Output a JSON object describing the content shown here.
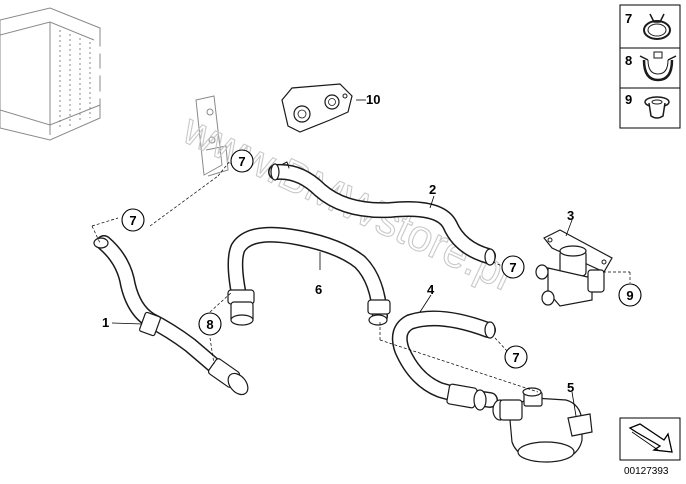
{
  "watermark": "www.BMWstore.pl",
  "document_number": "00127393",
  "parts": [
    {
      "ref": "1"
    },
    {
      "ref": "2"
    },
    {
      "ref": "3"
    },
    {
      "ref": "4"
    },
    {
      "ref": "5"
    },
    {
      "ref": "6"
    },
    {
      "ref": "10"
    }
  ],
  "reference_bubbles": [
    "7",
    "7",
    "7",
    "7",
    "8",
    "9"
  ],
  "side_panel": [
    {
      "ref": "7",
      "icon": "hose-clamp-icon"
    },
    {
      "ref": "8",
      "icon": "clip-clamp-icon"
    },
    {
      "ref": "9",
      "icon": "grommet-icon"
    }
  ],
  "colors": {
    "line": "#1a1a1a",
    "ghost": "#8a8a8a",
    "watermark": "#c9c9c9"
  }
}
